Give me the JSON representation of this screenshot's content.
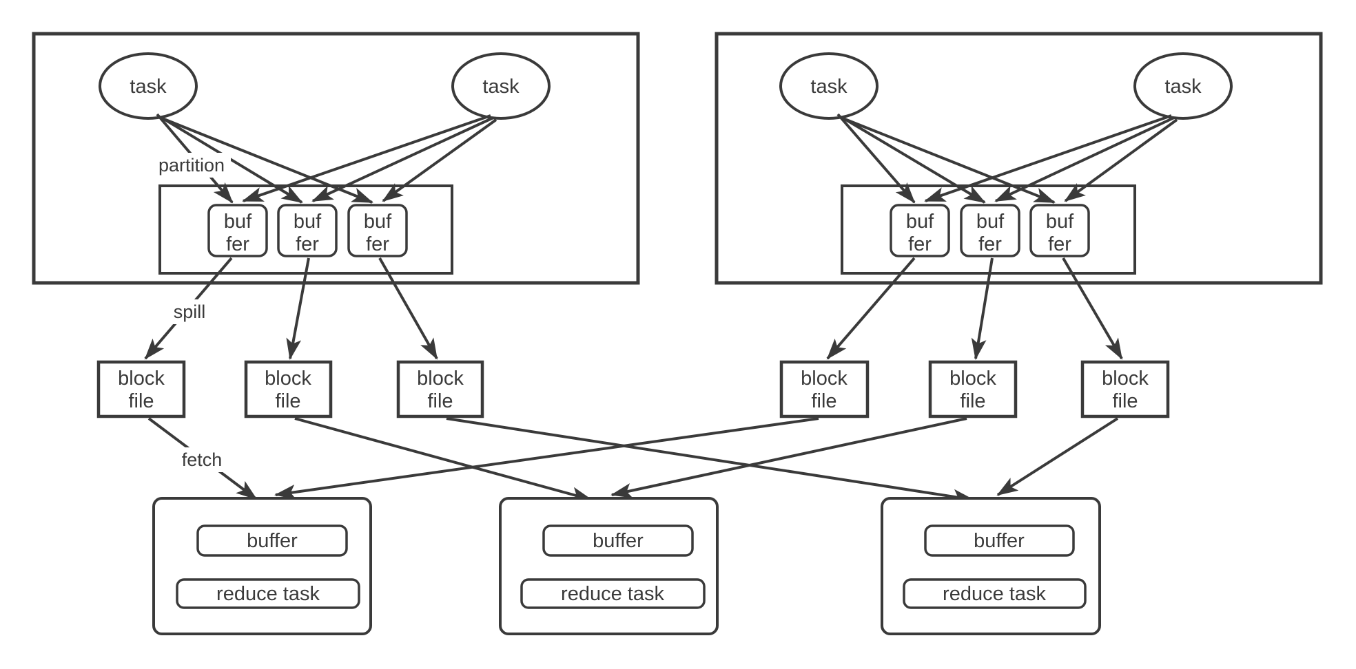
{
  "diagram": {
    "description": "shuffle dataflow diagram: map tasks write partitioned buffers, spill to block files, reduce tasks fetch",
    "colors": {
      "stroke": "#3a3a3a",
      "background": "#ffffff"
    },
    "labels": {
      "task": "task",
      "buffer_line1": "buf",
      "buffer_line2": "fer",
      "block_line1": "block",
      "block_line2": "file",
      "partition": "partition",
      "spill": "spill",
      "fetch": "fetch",
      "reduce_buffer": "buffer",
      "reduce_task": "reduce task"
    }
  }
}
